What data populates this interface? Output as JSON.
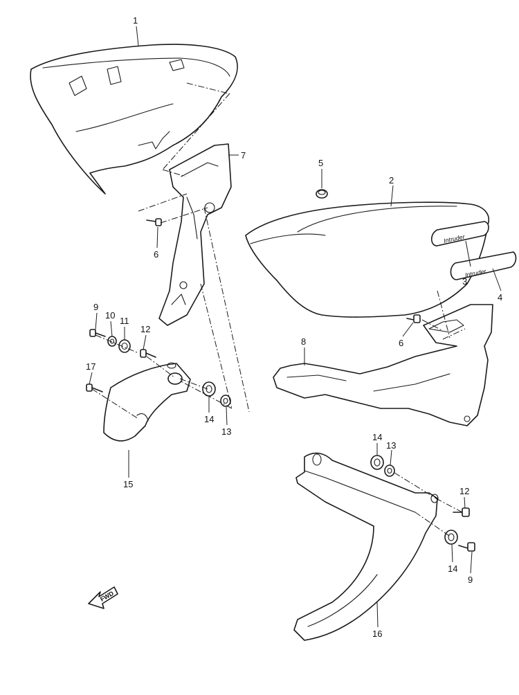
{
  "callouts": [
    {
      "id": "c1",
      "label": "1"
    },
    {
      "id": "c2",
      "label": "2"
    },
    {
      "id": "c3",
      "label": "3"
    },
    {
      "id": "c4",
      "label": "4"
    },
    {
      "id": "c5",
      "label": "5"
    },
    {
      "id": "c6a",
      "label": "6"
    },
    {
      "id": "c6b",
      "label": "6"
    },
    {
      "id": "c7",
      "label": "7"
    },
    {
      "id": "c8",
      "label": "8"
    },
    {
      "id": "c9a",
      "label": "9"
    },
    {
      "id": "c9b",
      "label": "9"
    },
    {
      "id": "c10",
      "label": "10"
    },
    {
      "id": "c11",
      "label": "11"
    },
    {
      "id": "c12a",
      "label": "12"
    },
    {
      "id": "c12b",
      "label": "12"
    },
    {
      "id": "c13a",
      "label": "13"
    },
    {
      "id": "c13b",
      "label": "13"
    },
    {
      "id": "c14a",
      "label": "14"
    },
    {
      "id": "c14b",
      "label": "14"
    },
    {
      "id": "c14c",
      "label": "14"
    },
    {
      "id": "c15",
      "label": "15"
    },
    {
      "id": "c16",
      "label": "16"
    },
    {
      "id": "c17",
      "label": "17"
    }
  ],
  "fwd_label": "FWD",
  "colors": {
    "line": "#1a1a1a",
    "background": "#ffffff"
  }
}
